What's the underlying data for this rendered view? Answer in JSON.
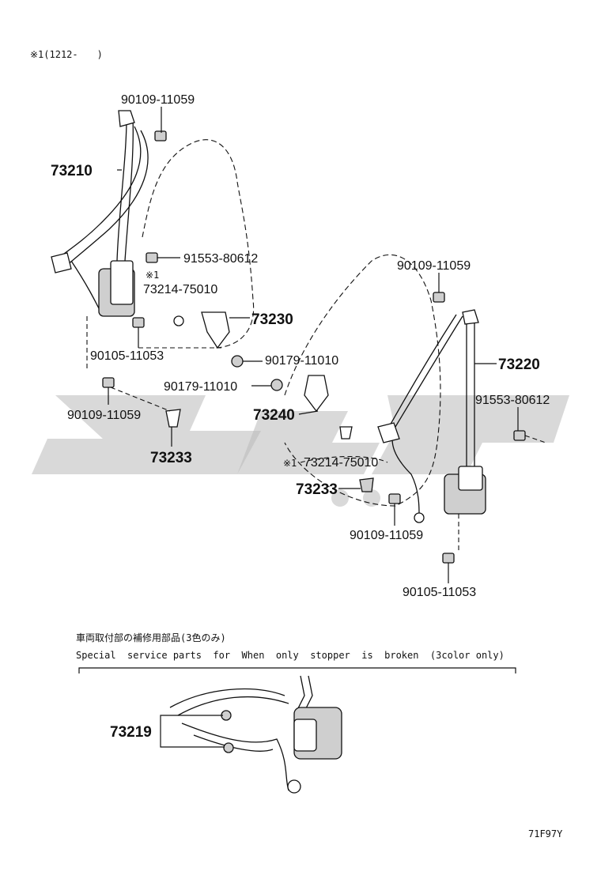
{
  "top_note": "※1(1212-　　)",
  "watermark_text": "",
  "labels": {
    "p_90109_top": "90109-11059",
    "p_73210": "73210",
    "p_91553_left": "91553-80612",
    "mark_left": "※1",
    "p_73214_left": "73214-75010",
    "p_73230": "73230",
    "p_90105_left": "90105-11053",
    "p_90179_a": "90179-11010",
    "p_90179_b": "90179-11010",
    "p_90109_left": "90109-11059",
    "p_73233_left": "73233",
    "p_73240": "73240",
    "mark_center": "※1",
    "p_73214_center": "73214-75010",
    "p_73233_center": "73233",
    "p_90109_right_top": "90109-11059",
    "p_73220": "73220",
    "p_91553_right": "91553-80612",
    "p_90109_right_bottom": "90109-11059",
    "p_90105_right": "90105-11053",
    "p_73219": "73219"
  },
  "service_note": {
    "japanese": "車両取付部の補修用部品(3色のみ)",
    "english": "Special  service parts  for  When  only  stopper  is  broken  (3color only)"
  },
  "diagram_code": "71F97Y",
  "colors": {
    "line": "#111111",
    "watermark": "#b9b9b9",
    "part_fill": "#cfcfcf"
  }
}
